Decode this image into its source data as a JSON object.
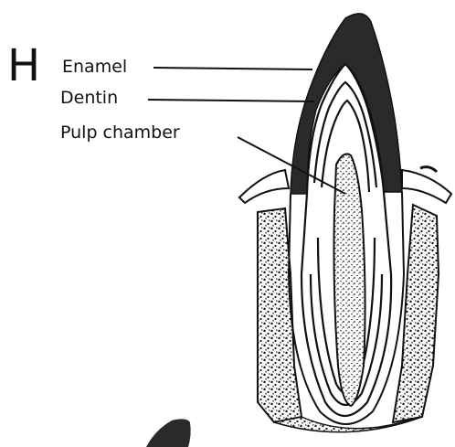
{
  "figure": {
    "panel_letter": "H",
    "labels": {
      "enamel": "Enamel",
      "dentin": "Dentin",
      "pulp": "Pulp chamber"
    }
  },
  "colors": {
    "ink": "#111111",
    "enamel_fill": "#2a2a2a",
    "background": "#ffffff"
  }
}
